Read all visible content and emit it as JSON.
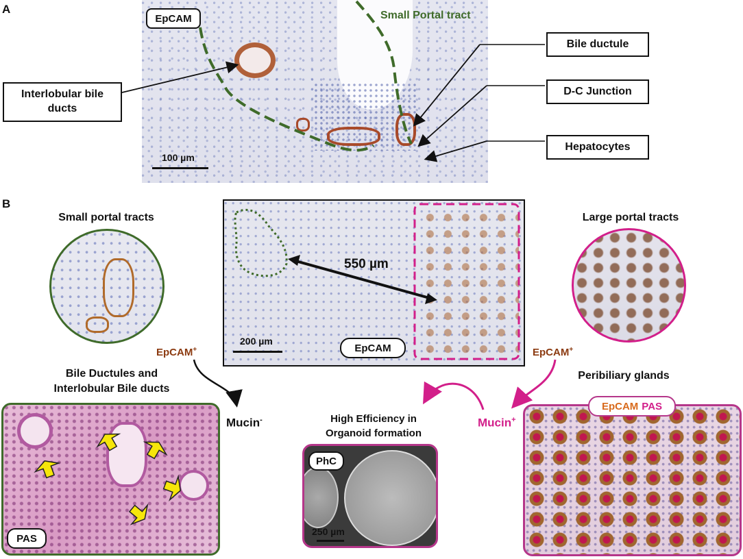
{
  "panel_a": {
    "letter": "A",
    "stain_tag": "EpCAM",
    "portal_tract_label": "Small Portal tract",
    "callouts": {
      "interlobular": "Interlobular bile ducts",
      "bile_ductule": "Bile ductule",
      "dc_junction": "D-C Junction",
      "hepatocytes": "Hepatocytes"
    },
    "scale": "100 µm"
  },
  "panel_b": {
    "letter": "B",
    "small_portal_title": "Small portal tracts",
    "large_portal_title": "Large portal tracts",
    "distance": "550 µm",
    "center_scale": "200 µm",
    "center_tag": "EpCAM",
    "epcam_left": "EpCAM",
    "epcam_right": "EpCAM",
    "epcam_sup": "+",
    "bile_ductules_title": "Bile Ductules and Interlobular Bile ducts",
    "mucin_neg": "Mucin",
    "mucin_neg_sup": "-",
    "mucin_pos": "Mucin",
    "mucin_pos_sup": "+",
    "organoid_title": "High Efficiency in Organoid formation",
    "phc_tag": "PhC",
    "phc_scale": "250 µm",
    "pas_tag": "PAS",
    "peribiliary_title": "Peribiliary glands",
    "epcam_pas_tag_epcam": "EpCAM",
    "epcam_pas_tag_pas": "PAS"
  },
  "colors": {
    "portal_green": "#3f6b2a",
    "magenta": "#d21f8a",
    "epcam_brown": "#8b3a10",
    "pas_orange": "#d86a1c"
  }
}
